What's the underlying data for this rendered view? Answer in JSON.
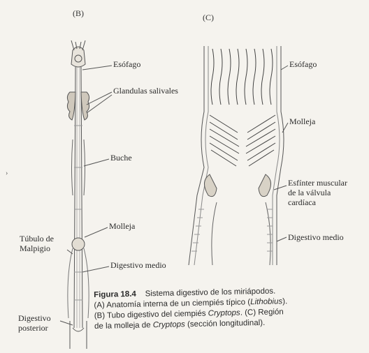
{
  "panels": {
    "b": "(B)",
    "c": "(C)"
  },
  "labels_b": {
    "esofago": "Esófago",
    "glandulas": "Glandulas salivales",
    "buche": "Buche",
    "tubulo_line1": "Túbulo de",
    "tubulo_line2": "Malpigio",
    "molleja": "Molleja",
    "digestivo_medio": "Digestivo medio",
    "posterior_line1": "Digestivo",
    "posterior_line2": "posterior"
  },
  "labels_c": {
    "esofago": "Esófago",
    "molleja": "Molleja",
    "esfinter_line1": "Esfínter muscular",
    "esfinter_line2": "de la válvula",
    "esfinter_line3": "cardíaca",
    "digestivo_medio": "Digestivo medio"
  },
  "caption": {
    "figure_number": "Figura 18.4",
    "title": "Sistema digestivo de los miriápodos.",
    "line2_before": "(A) Anatomía interna de un ciempiés típico (",
    "line2_italic": "Lithobius",
    "line2_after": ").",
    "line3_before": "(B) Tubo digestivo del ciempiés ",
    "line3_italic": "Cryptops",
    "line3_after": ". (C) Región",
    "line4_before": "de la molleja de ",
    "line4_italic": "Cryptops",
    "line4_after": " (sección longitudinal)."
  },
  "stray_mark": "›"
}
